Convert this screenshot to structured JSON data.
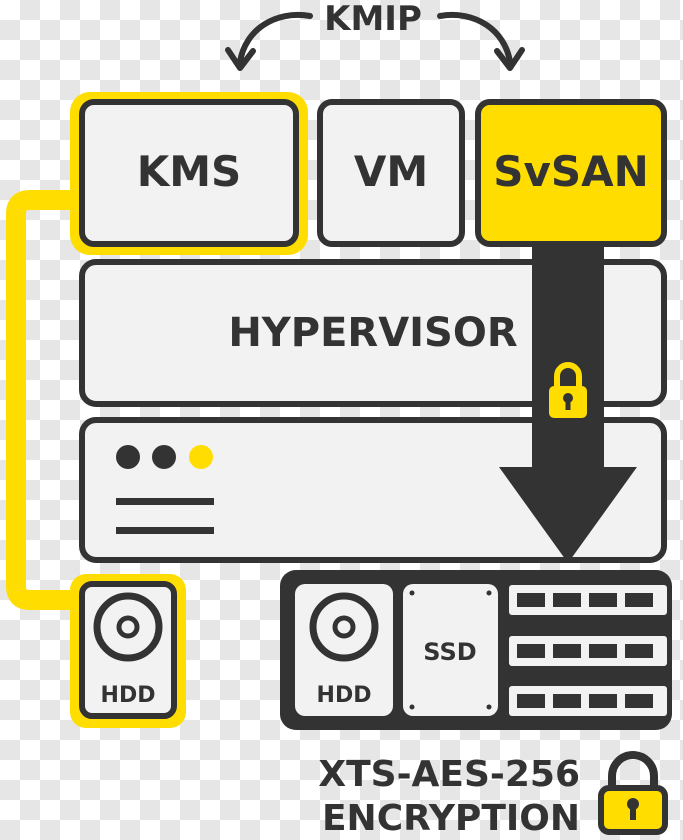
{
  "protocol_label": "KMIP",
  "kms_label": "KMS",
  "vm_label": "VM",
  "svsan_label": "SvSAN",
  "hypervisor_label": "HYPERVISOR",
  "local_hdd_label": "HDD",
  "array_hdd_label": "HDD",
  "ssd_label": "SSD",
  "encryption_line1": "XTS-AES-256",
  "encryption_line2": "ENCRYPTION",
  "colors": {
    "accent": "#FFDD00",
    "dark": "#333333",
    "box": "#F2F2F2"
  },
  "icons": [
    "kmip-arrow-left-icon",
    "kmip-arrow-right-icon",
    "lock-icon",
    "disk-platter-icon",
    "memory-module-icon"
  ]
}
